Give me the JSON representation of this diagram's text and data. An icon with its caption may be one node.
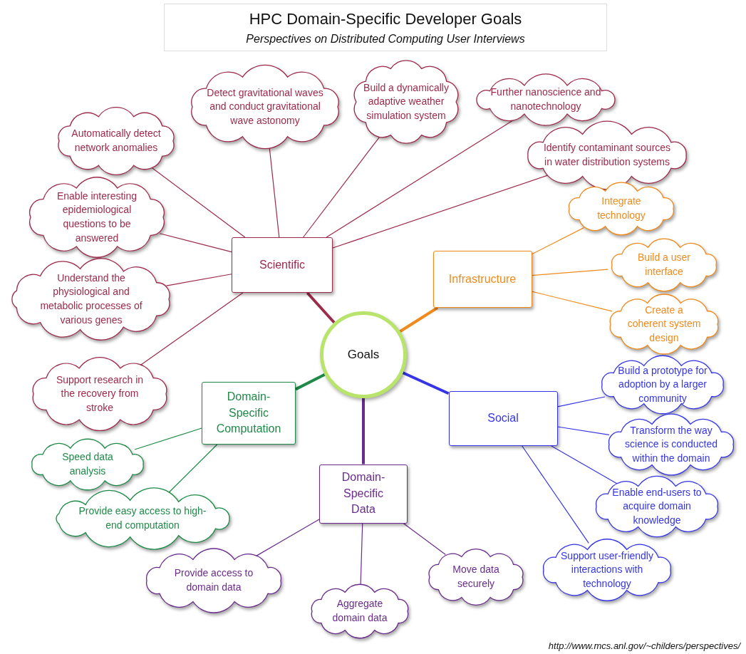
{
  "diagram": {
    "title": "HPC Domain-Specific Developer Goals",
    "nodes": [
      {
        "text": [
          "Goals"
        ]
      },
      {
        "text": [
          "Scientific"
        ]
      },
      {
        "text": [
          "Infrastructure"
        ]
      },
      {
        "text": [
          "Social"
        ]
      },
      {
        "text": [
          "Domain-Specific Data"
        ]
      },
      {
        "text": [
          "Domain-Specific Computation"
        ]
      },
      {
        "text": [
          "Automatically detect network anomalies"
        ]
      },
      {
        "text": [
          "Detect gravitational waves and conduct gravitational wave astonomy"
        ]
      },
      {
        "text": [
          "Build a dynamically adaptive weather simulation system"
        ]
      },
      {
        "text": [
          "Further nanoscience and nanotechnology"
        ]
      },
      {
        "text": [
          "Identify contaminant sources in water distribution systems"
        ]
      },
      {
        "text": [
          "Enable interesting epidemiological questions to be answered"
        ]
      },
      {
        "text": [
          "Understand the physiological and metabolic processes of various genes"
        ]
      },
      {
        "text": [
          "Support research in the recovery from stroke"
        ]
      },
      {
        "text": [
          "Integrate technology"
        ]
      },
      {
        "text": [
          "Build a user interface"
        ]
      },
      {
        "text": [
          "Create a coherent system design"
        ]
      },
      {
        "text": [
          "Build a prototype for adoption by a larger community"
        ]
      },
      {
        "text": [
          "Transform the way science is conducted within the domain"
        ]
      },
      {
        "text": [
          "Enable end-users to acquire domain knowledge"
        ]
      },
      {
        "text": [
          "Support user-friendly interactions with technology"
        ]
      },
      {
        "text": [
          "Provide access to domain data"
        ]
      },
      {
        "text": [
          "Aggregate domain data"
        ]
      },
      {
        "text": [
          "Move data securely"
        ]
      },
      {
        "text": [
          "Speed data analysis"
        ]
      },
      {
        "text": [
          "Provide easy access to high-end computation"
        ]
      }
    ],
    "edges": [
      {
        "from": 0,
        "to": 1,
        "arrow": "none",
        "style": "thick",
        "color": "#9c2a4a"
      },
      {
        "from": 0,
        "to": 2,
        "arrow": "none",
        "style": "thick",
        "color": "#f08a1c"
      },
      {
        "from": 0,
        "to": 3,
        "arrow": "none",
        "style": "thick",
        "color": "#3535e6"
      },
      {
        "from": 0,
        "to": 4,
        "arrow": "none",
        "style": "thick",
        "color": "#6a2c8c"
      },
      {
        "from": 0,
        "to": 5,
        "arrow": "none",
        "style": "thick",
        "color": "#1e8a48"
      },
      {
        "from": 1,
        "to": 6,
        "arrow": "none",
        "color": "#9c2a4a"
      },
      {
        "from": 1,
        "to": 7,
        "arrow": "none",
        "color": "#9c2a4a"
      },
      {
        "from": 1,
        "to": 8,
        "arrow": "none",
        "color": "#9c2a4a"
      },
      {
        "from": 1,
        "to": 9,
        "arrow": "none",
        "color": "#9c2a4a"
      },
      {
        "from": 1,
        "to": 10,
        "arrow": "none",
        "color": "#9c2a4a"
      },
      {
        "from": 1,
        "to": 11,
        "arrow": "none",
        "color": "#9c2a4a"
      },
      {
        "from": 1,
        "to": 12,
        "arrow": "none",
        "color": "#9c2a4a"
      },
      {
        "from": 1,
        "to": 13,
        "arrow": "none",
        "color": "#9c2a4a"
      },
      {
        "from": 2,
        "to": 14,
        "arrow": "none",
        "color": "#f08a1c"
      },
      {
        "from": 2,
        "to": 15,
        "arrow": "none",
        "color": "#f08a1c"
      },
      {
        "from": 2,
        "to": 16,
        "arrow": "none",
        "color": "#f08a1c"
      },
      {
        "from": 3,
        "to": 17,
        "arrow": "none",
        "color": "#3535e6"
      },
      {
        "from": 3,
        "to": 18,
        "arrow": "none",
        "color": "#3535e6"
      },
      {
        "from": 3,
        "to": 19,
        "arrow": "none",
        "color": "#3535e6"
      },
      {
        "from": 3,
        "to": 20,
        "arrow": "none",
        "color": "#3535e6"
      },
      {
        "from": 4,
        "to": 21,
        "arrow": "none",
        "color": "#6a2c8c"
      },
      {
        "from": 4,
        "to": 22,
        "arrow": "none",
        "color": "#6a2c8c"
      },
      {
        "from": 4,
        "to": 23,
        "arrow": "none",
        "color": "#6a2c8c"
      },
      {
        "from": 5,
        "to": 24,
        "arrow": "none",
        "color": "#1e8a48"
      },
      {
        "from": 5,
        "to": 25,
        "arrow": "none",
        "color": "#1e8a48"
      }
    ],
    "labels": [
      "Perspectives on Distributed Computing User Interviews",
      "http://www.mcs.anl.gov/~childers/perspectives/"
    ]
  }
}
